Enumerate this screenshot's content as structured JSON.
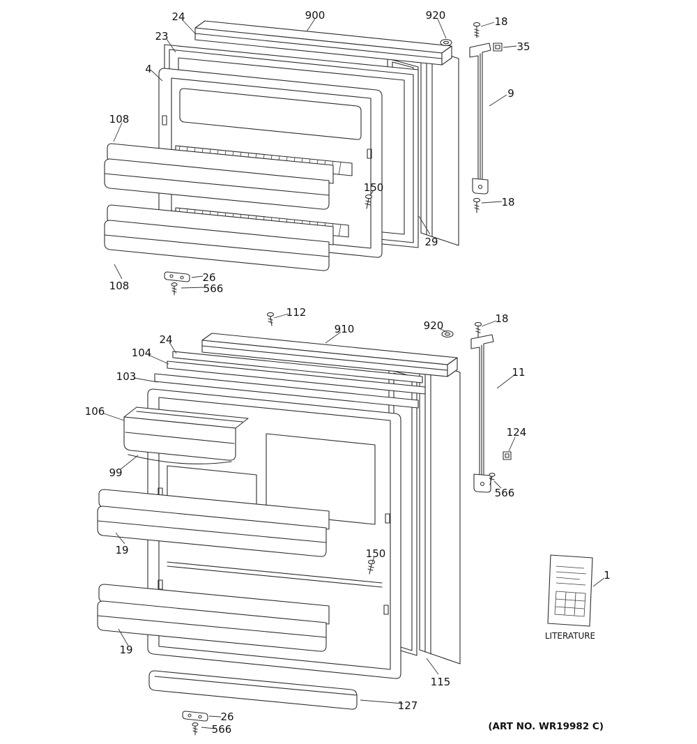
{
  "figure": {
    "art_no": "(ART NO. WR19982 C)"
  },
  "literature": {
    "callout": "1",
    "label": "LITERATURE"
  },
  "top": {
    "c24": "24",
    "c900": "900",
    "c920": "920",
    "c18_top": "18",
    "c35": "35",
    "c23": "23",
    "c4": "4",
    "c9": "9",
    "c108_upper": "108",
    "c150": "150",
    "c18_bottom": "18",
    "c29": "29",
    "c26": "26",
    "c566": "566",
    "c108_lower": "108"
  },
  "bottom": {
    "c112": "112",
    "c910": "910",
    "c920": "920",
    "c18": "18",
    "c24": "24",
    "c104": "104",
    "c103": "103",
    "c106": "106",
    "c99": "99",
    "c11": "11",
    "c124": "124",
    "c566_handle": "566",
    "c19_upper": "19",
    "c150": "150",
    "c19_lower": "19",
    "c115": "115",
    "c127": "127",
    "c26": "26",
    "c566_bottom": "566"
  }
}
